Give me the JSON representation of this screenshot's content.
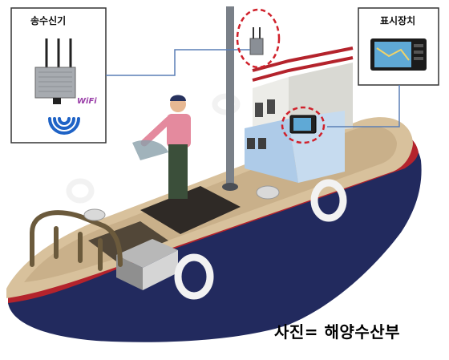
{
  "labels": {
    "transceiver": "송수신기",
    "display": "표시장치",
    "wifi": "WiFi",
    "credit": "사진= 해양수산부"
  },
  "colors": {
    "hull_navy": "#222a5e",
    "hull_red_stripe": "#b4232c",
    "deck_beige": "#c9b08a",
    "cabin_white": "#ecece8",
    "cabin_blue": "#aecbe8",
    "highlight_red": "#d0212b",
    "connector_blue": "#5a7fb5"
  }
}
